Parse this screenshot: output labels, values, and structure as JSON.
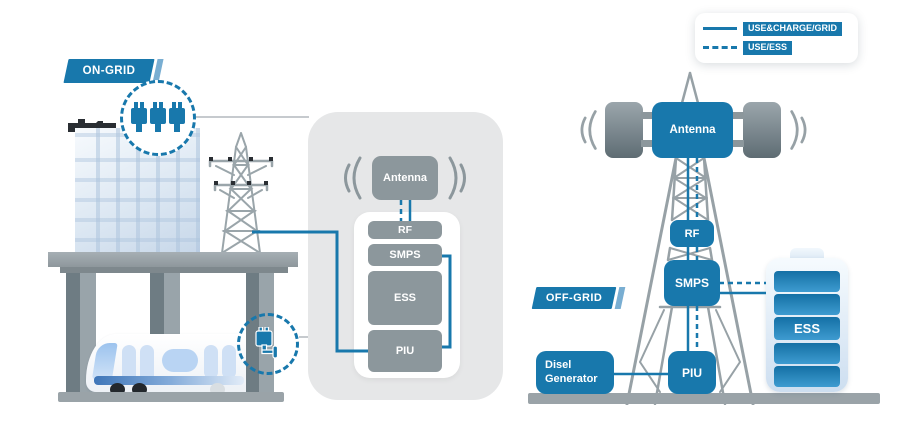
{
  "badges": {
    "on_grid": "ON-GRID",
    "off_grid": "OFF-GRID"
  },
  "legend": {
    "items": [
      {
        "style": "solid",
        "label": "USE&CHARGE/GRID"
      },
      {
        "style": "dashed",
        "label": "USE/ESS"
      }
    ]
  },
  "on_grid_unit": {
    "antenna": "Antenna",
    "rf": "RF",
    "smps": "SMPS",
    "ess": "ESS",
    "piu": "PIU"
  },
  "off_grid_unit": {
    "antenna": "Antenna",
    "rf": "RF",
    "smps": "SMPS",
    "piu": "PIU",
    "generator_line1": "Disel",
    "generator_line2": "Generator",
    "ess_battery": "ESS"
  },
  "icons": {
    "grid_plugs": "triple-power-plug-icon",
    "ev_charger": "charging-plug-icon",
    "signal_waves": "radio-wave-arcs-icon",
    "battery": "ess-battery-icon"
  },
  "colors": {
    "accent_blue": "#1878AC",
    "line_blue": "#1878AC",
    "block_gray": "#8C979C",
    "panel_gray": "#E6E7E8",
    "structure_gray": "#97A1A6",
    "battery_bar_blue": "#1470A5"
  }
}
